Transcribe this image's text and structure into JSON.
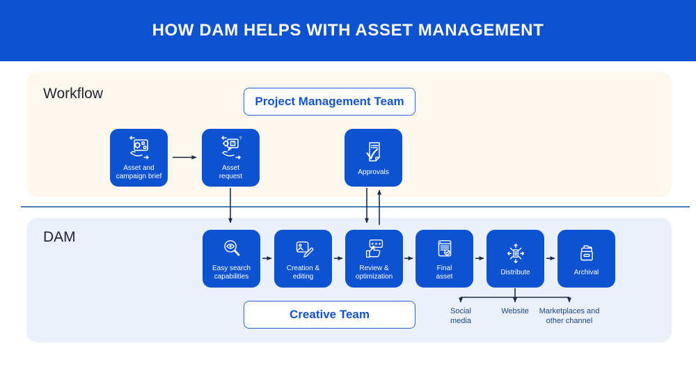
{
  "header": {
    "title": "HOW DAM HELPS WITH ASSET MANAGEMENT"
  },
  "workflow": {
    "label": "Workflow",
    "team_badge": "Project Management Team",
    "nodes": [
      {
        "label": "Asset and\ncampaign brief",
        "icon": "hand-campaign-board-icon"
      },
      {
        "label": "Asset\nrequest",
        "icon": "hand-question-bubble-icon"
      },
      {
        "label": "Approvals",
        "icon": "document-checkmark-icon"
      }
    ]
  },
  "dam": {
    "label": "DAM",
    "team_badge": "Creative Team",
    "nodes": [
      {
        "label": "Easy search\ncapabilities",
        "icon": "magnifier-eye-icon"
      },
      {
        "label": "Creation &\nediting",
        "icon": "image-pencil-icon"
      },
      {
        "label": "Review &\noptimization",
        "icon": "thumbs-up-stars-icon"
      },
      {
        "label": "Final\nasset",
        "icon": "document-verified-icon"
      },
      {
        "label": "Distribute",
        "icon": "radiating-document-icon"
      },
      {
        "label": "Archival",
        "icon": "archive-box-icon"
      }
    ],
    "channels": [
      "Social\nmedia",
      "Website",
      "Marketplaces and\nother channel"
    ]
  },
  "colors": {
    "header_bg": "#0d52d1",
    "node_bg": "#0d52d1",
    "workflow_bg": "#fdf8ee",
    "dam_bg": "#eaf1fb",
    "badge_text": "#1353ce",
    "badge_border": "#2b66d9",
    "divider": "#4a7ebb",
    "connector": "#1a2b45",
    "channel_text": "#1c4587",
    "section_label": "#1f2430",
    "title_text": "#ffffff"
  }
}
